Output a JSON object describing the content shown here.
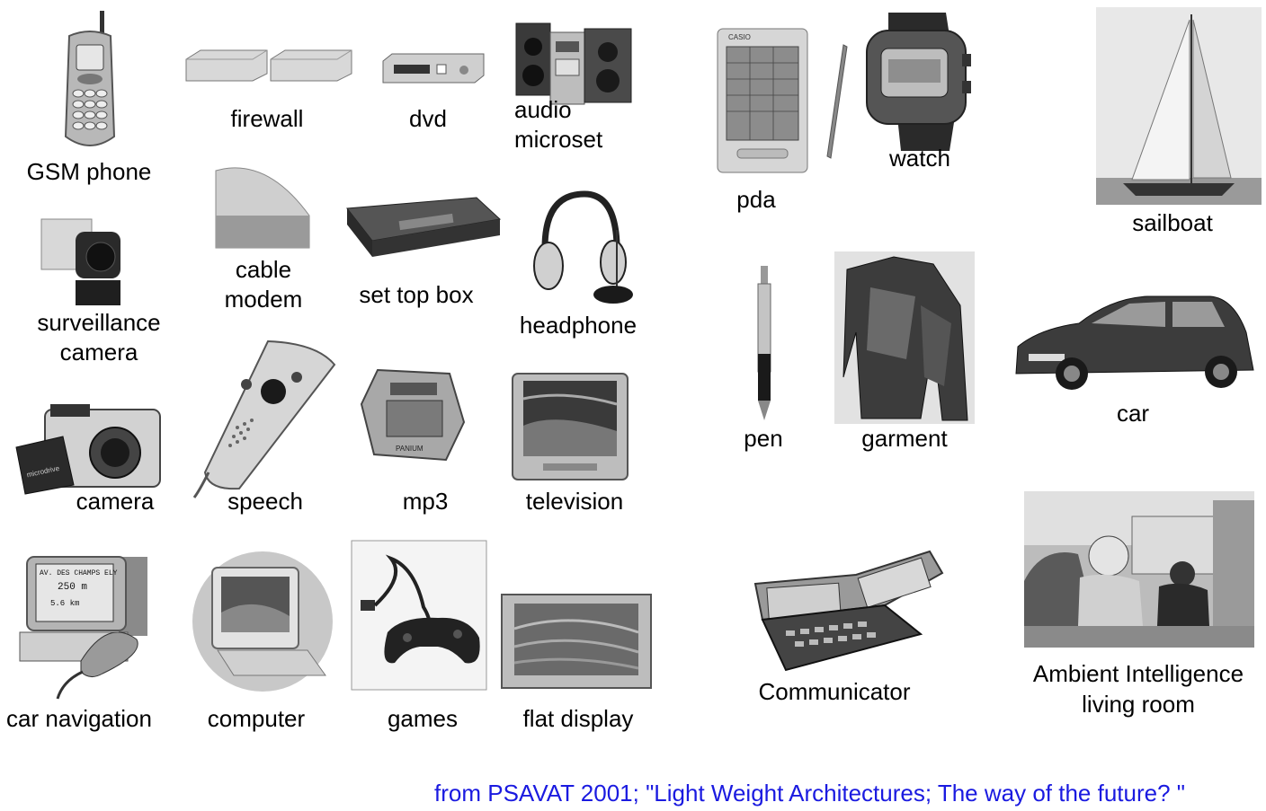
{
  "labels": {
    "gsm_phone": "GSM phone",
    "firewall": "firewall",
    "dvd": "dvd",
    "audio_microset": [
      "audio",
      "microset"
    ],
    "pda": "pda",
    "watch": "watch",
    "sailboat": "sailboat",
    "surveillance_camera": [
      "surveillance",
      "camera"
    ],
    "cable_modem": [
      "cable",
      "modem"
    ],
    "set_top_box": "set top box",
    "headphone": "headphone",
    "pen": "pen",
    "garment": "garment",
    "car": "car",
    "camera": "camera",
    "speech": "speech",
    "mp3": "mp3",
    "television": "television",
    "car_navigation": "car navigation",
    "computer": "computer",
    "games": "games",
    "flat_display": "flat display",
    "communicator": "Communicator",
    "ambient_living_room": [
      "Ambient Intelligence",
      "living room"
    ]
  },
  "device_text": {
    "car_navigation_screen": [
      "AV. DES CHAMPS ELY",
      "250 m",
      "5.6 km"
    ],
    "mp3_brand": "PANIUM",
    "camera_card": "microdrive",
    "pda_brand": "CASIO"
  },
  "caption": "from PSAVAT 2001; \"Light Weight Architectures; The way of the future? \"",
  "colors": {
    "caption": "#1a1ae0",
    "label": "#000000",
    "device_dark": "#2b2b2b",
    "device_mid": "#8a8a8a",
    "device_light": "#d4d4d4"
  }
}
